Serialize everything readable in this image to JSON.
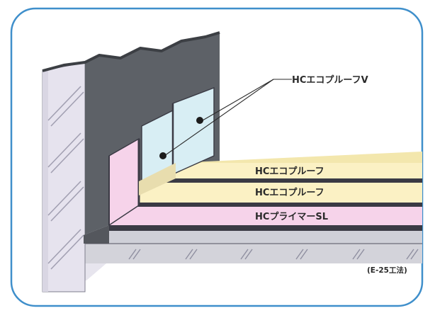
{
  "diagram": {
    "layers": [
      {
        "name": "HCエコプルーフV",
        "color": "#d8eef4"
      },
      {
        "name": "HCエコプルーフ",
        "color": "#fbf1c4"
      },
      {
        "name": "HCエコプルーフ",
        "color": "#fbf1c4"
      },
      {
        "name": "HCプライマーSL",
        "color": "#f6d3ea"
      }
    ],
    "method_code": "(E-25工法)",
    "colors": {
      "frame": "#3f8fcb",
      "wall_dark": "#5e6268",
      "wall_side": "#e6e3ee",
      "slab_top": "#cfd0d8",
      "slab_front": "#cfcfd6",
      "membrane_dark": "#3a3a44"
    }
  }
}
